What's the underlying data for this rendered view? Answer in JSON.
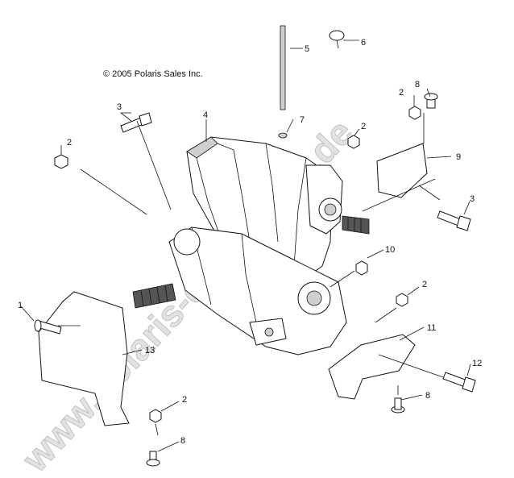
{
  "copyright": "© 2005 Polaris Sales Inc.",
  "watermark": "www.polaris-ersatzteile.de",
  "callouts": [
    {
      "id": "c5",
      "text": "5"
    },
    {
      "id": "c6",
      "text": "6"
    },
    {
      "id": "c3a",
      "text": "3"
    },
    {
      "id": "c4",
      "text": "4"
    },
    {
      "id": "c7",
      "text": "7"
    },
    {
      "id": "c2a",
      "text": "2"
    },
    {
      "id": "c8a",
      "text": "8"
    },
    {
      "id": "c2b",
      "text": "2"
    },
    {
      "id": "c2c",
      "text": "2"
    },
    {
      "id": "c9",
      "text": "9"
    },
    {
      "id": "c3b",
      "text": "3"
    },
    {
      "id": "c10",
      "text": "10"
    },
    {
      "id": "c2d",
      "text": "2"
    },
    {
      "id": "c1",
      "text": "1"
    },
    {
      "id": "c13",
      "text": "13"
    },
    {
      "id": "c11",
      "text": "11"
    },
    {
      "id": "c12",
      "text": "12"
    },
    {
      "id": "c2e",
      "text": "2"
    },
    {
      "id": "c8b",
      "text": "8"
    },
    {
      "id": "c8c",
      "text": "8"
    }
  ]
}
